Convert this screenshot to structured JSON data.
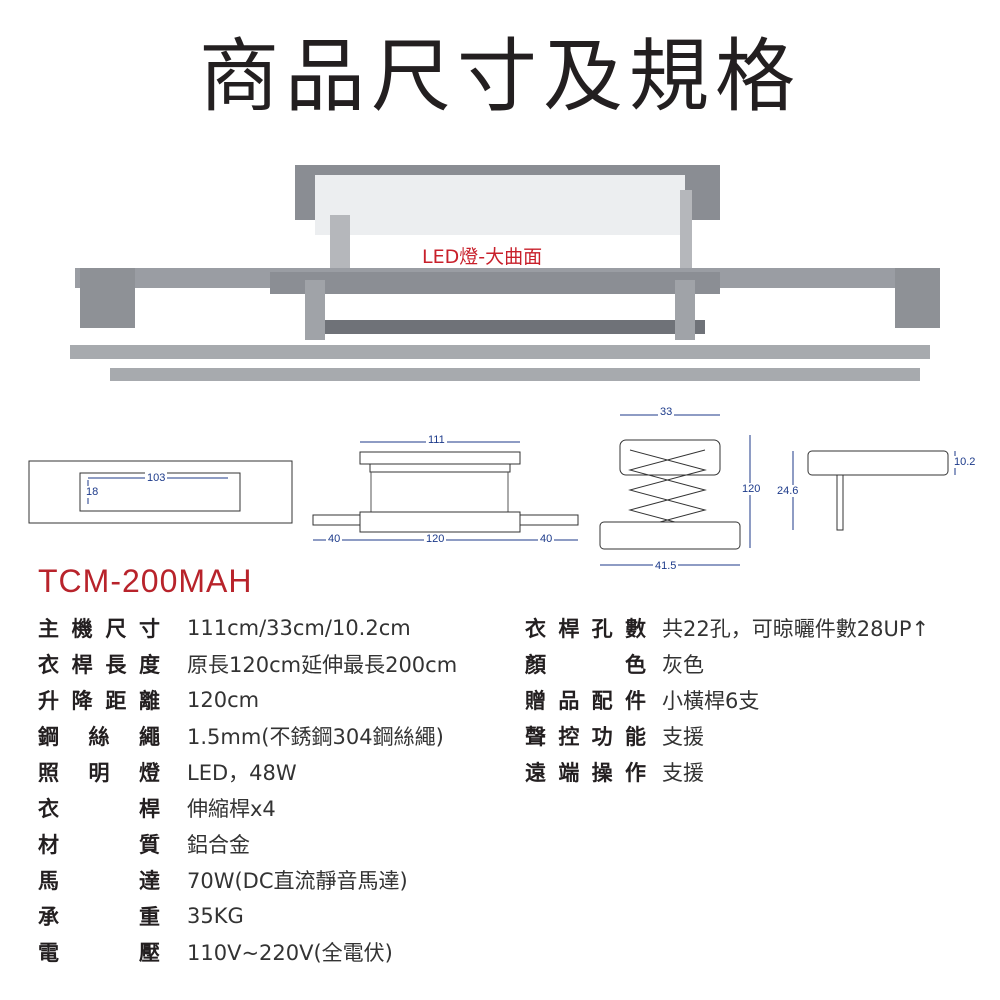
{
  "title": "商品尺寸及規格",
  "product_label": "LED燈-大曲面",
  "dimensions": {
    "top_width": "103",
    "top_depth": "18",
    "body_length": "111",
    "ext_left": "40",
    "ext_mid": "120",
    "ext_right": "40",
    "side_width": "33",
    "lift": "120",
    "base_width": "41.5",
    "height": "24.6",
    "thickness": "10.2"
  },
  "model": "TCM-200MAH",
  "specs_left": [
    {
      "label": "主機尺寸",
      "value": "111cm/33cm/10.2cm"
    },
    {
      "label": "衣桿長度",
      "value": "原長120cm延伸最長200cm"
    },
    {
      "label": "升降距離",
      "value": "120cm"
    },
    {
      "label": "鋼絲繩",
      "value": "1.5mm(不銹鋼304鋼絲繩)"
    },
    {
      "label": "照明燈",
      "value": "LED，48W"
    },
    {
      "label": "衣桿",
      "value": "伸縮桿x4"
    },
    {
      "label": "材質",
      "value": "鋁合金"
    },
    {
      "label": "馬達",
      "value": "70W(DC直流靜音馬達)"
    },
    {
      "label": "承重",
      "value": "35KG"
    },
    {
      "label": "電壓",
      "value": "110V~220V(全電伏)"
    }
  ],
  "specs_right": [
    {
      "label": "衣桿孔數",
      "value": "共22孔，可晾曬件數28UP↑"
    },
    {
      "label": "顏色",
      "value": "灰色"
    },
    {
      "label": "贈品配件",
      "value": "小橫桿6支"
    },
    {
      "label": "聲控功能",
      "value": "支援"
    },
    {
      "label": "遠端操作",
      "value": "支援"
    }
  ]
}
